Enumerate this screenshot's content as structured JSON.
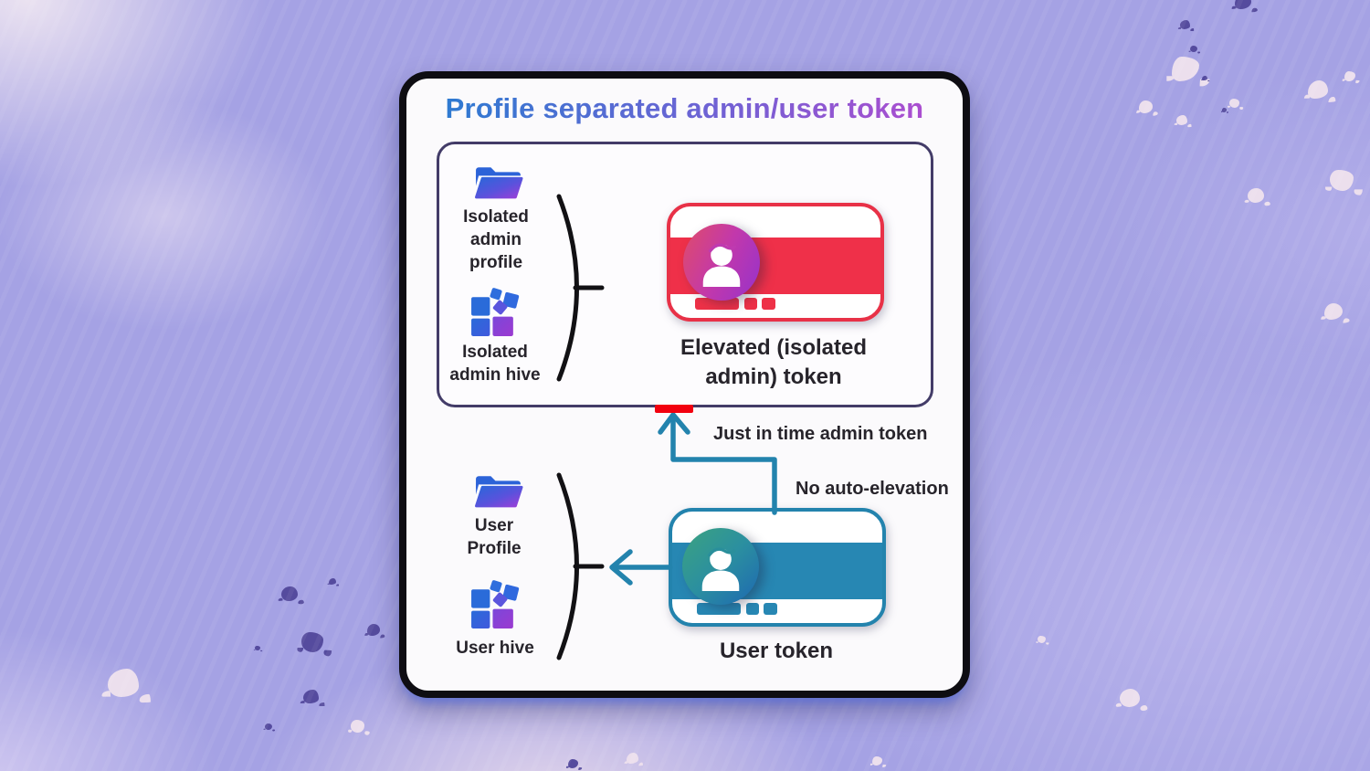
{
  "title": "Profile separated admin/user token",
  "admin_box": {
    "profile_label_lines": [
      "Isolated",
      "admin",
      "profile"
    ],
    "hive_label_lines": [
      "Isolated",
      "admin hive"
    ],
    "token_label_lines": [
      "Elevated (isolated",
      "admin) token"
    ]
  },
  "user_group": {
    "profile_label_lines": [
      "User",
      "Profile"
    ],
    "hive_label": "User hive",
    "token_label": "User token"
  },
  "connectors": {
    "jit_label": "Just in time admin token",
    "no_auto_label": "No auto-elevation"
  },
  "icons": {
    "folder": "folder-icon",
    "hive": "registry-hive-icon",
    "brace": "brace-icon",
    "admin_avatar": "admin-avatar-icon",
    "user_avatar": "user-avatar-icon",
    "up_arrow": "jit-elbow-arrow-icon",
    "left_arrow": "left-arrow-icon",
    "blocked_bar": "blocked-red-bar"
  },
  "colors": {
    "background_purple": "#a5a2e4",
    "panel_bg": "#fbfafc",
    "panel_border": "#0e0d12",
    "box_border_purple": "#433c68",
    "title_gradient_start": "#2e7ad1",
    "title_gradient_end": "#ab4ed0",
    "admin_token_red": "#ee3147",
    "user_token_teal": "#2383ad",
    "blocked_red": "#f2000f",
    "text_dark": "#27242b",
    "admin_avatar_gradient": [
      "#dd4a6f",
      "#9a33c8"
    ],
    "user_avatar_gradient": [
      "#3aa183",
      "#1f6cb0"
    ],
    "folder_gradient": [
      "#2c66da",
      "#9b3fd8"
    ]
  }
}
